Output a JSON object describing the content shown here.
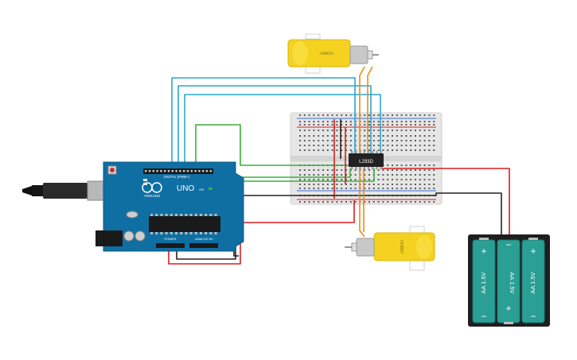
{
  "arduino": {
    "model_label": "UNO",
    "brand_label": "ARDUINO",
    "digital_label": "DIGITAL (PWM~)",
    "power_label": "POWER",
    "analog_label": "ANALOG IN",
    "on_label": "ON",
    "color": "#0f6fa3"
  },
  "ic": {
    "label": "L293D",
    "color": "#222222"
  },
  "motor_top": {
    "label": "HOBBY"
  },
  "motor_bottom": {
    "label": "HOBBY"
  },
  "battery": {
    "cells": [
      {
        "label": "AA 1.5V",
        "plus": "+",
        "minus": "−"
      },
      {
        "label": "AA 1.5V",
        "plus": "+",
        "minus": "−"
      },
      {
        "label": "AA 1.5V",
        "plus": "+",
        "minus": "−"
      }
    ],
    "cell_color": "#2a9f95",
    "case_color": "#1e1e1e"
  },
  "wire_colors": {
    "red": "#d91e1e",
    "black": "#222222",
    "blue": "#29a6d0",
    "green": "#3fae3a",
    "orange": "#f08a13"
  }
}
